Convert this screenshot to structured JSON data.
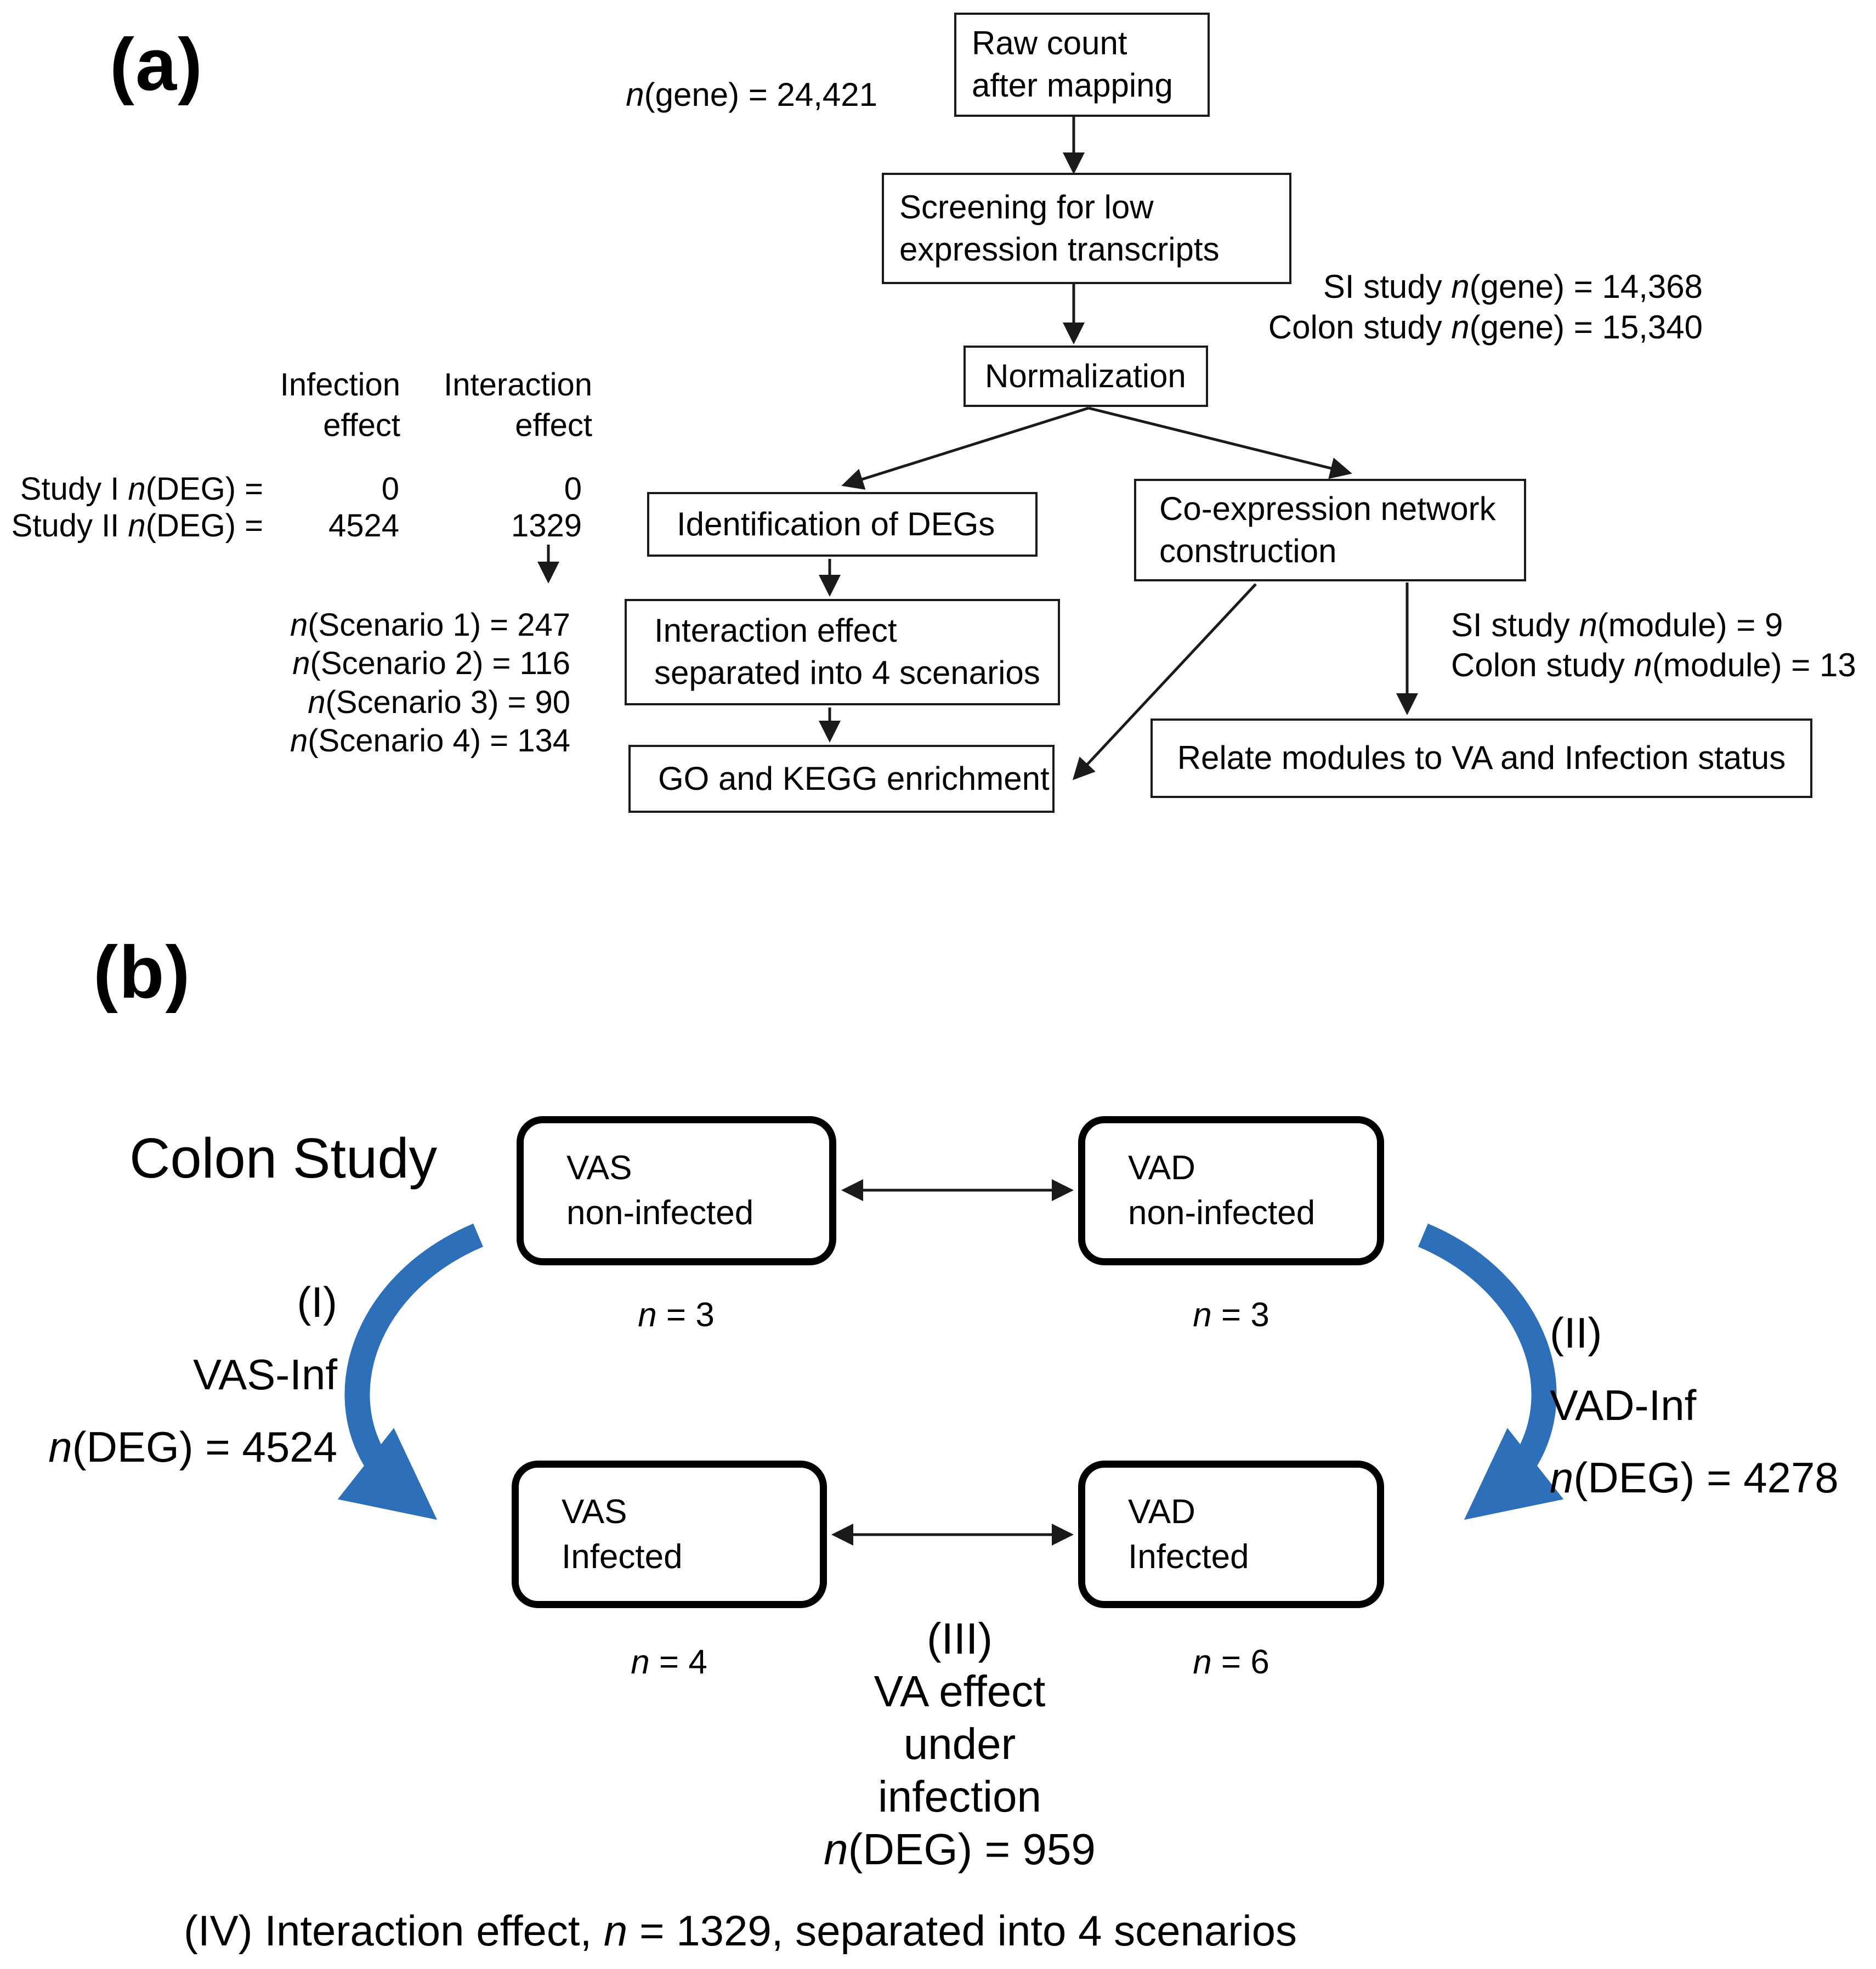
{
  "colors": {
    "arrow_blue": "#2E6FBA",
    "line_black": "#1a1a1a"
  },
  "panel_a": {
    "label": "(a)",
    "gene_total": {
      "n": "n",
      "post": "(gene) = 24,421"
    },
    "box_raw_line1": "Raw count",
    "box_raw_line2": "after mapping",
    "box_screening_line1": "Screening for low",
    "box_screening_line2": "expression transcripts",
    "gene_counts": [
      {
        "pre": "SI study ",
        "n": "n",
        "post": "(gene) = 14,368"
      },
      {
        "pre": "Colon study ",
        "n": "n",
        "post": "(gene) = 15,340"
      }
    ],
    "box_normalization": "Normalization",
    "box_identification": "Identification of DEGs",
    "box_interaction_line1": "Interaction effect",
    "box_interaction_line2": "separated into 4 scenarios",
    "box_go": "GO and KEGG enrichment",
    "box_coexpression_line1": "Co-expression network",
    "box_coexpression_line2": "construction",
    "box_relate": "Relate modules to VA and Infection status",
    "module_counts": [
      {
        "pre": "SI study ",
        "n": "n",
        "post": "(module) = 9"
      },
      {
        "pre": "Colon study ",
        "n": "n",
        "post": "(module) = 13"
      }
    ],
    "table": {
      "header_infection_line1": "Infection",
      "header_infection_line2": "effect",
      "header_interaction_line1": "Interaction",
      "header_interaction_line2": "effect",
      "row1_label": {
        "pre": "Study I ",
        "n": "n",
        "post": "(DEG) ="
      },
      "row1_infection": "0",
      "row1_interaction": "0",
      "row2_label": {
        "pre": "Study II ",
        "n": "n",
        "post": "(DEG) ="
      },
      "row2_infection": "4524",
      "row2_interaction": "1329"
    },
    "scenarios": [
      {
        "n": "n",
        "post": "(Scenario 1) = 247"
      },
      {
        "n": "n",
        "post": "(Scenario 2) = 116"
      },
      {
        "n": "n",
        "post": "(Scenario 3) = 90"
      },
      {
        "n": "n",
        "post": "(Scenario 4) = 134"
      }
    ]
  },
  "panel_b": {
    "label": "(b)",
    "title": "Colon Study",
    "box_vas_non_line1": "VAS",
    "box_vas_non_line2": "non-infected",
    "box_vad_non_line1": "VAD",
    "box_vad_non_line2": "non-infected",
    "box_vas_inf_line1": "VAS",
    "box_vas_inf_line2": "Infected",
    "box_vad_inf_line1": "VAD",
    "box_vad_inf_line2": "Infected",
    "n_vas_non": {
      "n": "n",
      "post": " = 3"
    },
    "n_vad_non": {
      "n": "n",
      "post": " = 3"
    },
    "n_vas_inf": {
      "n": "n",
      "post": " = 4"
    },
    "n_vad_inf": {
      "n": "n",
      "post": " = 6"
    },
    "comp1": {
      "id": "(I)",
      "name": "VAS-Inf",
      "deg": {
        "n": "n",
        "post": "(DEG) = 4524"
      }
    },
    "comp2": {
      "id": "(II)",
      "name": "VAD-Inf",
      "deg": {
        "n": "n",
        "post": "(DEG) = 4278"
      }
    },
    "comp3": {
      "id": "(III)",
      "line1": "VA effect",
      "line2": "under",
      "line3": "infection",
      "deg": {
        "n": "n",
        "post": "(DEG) = 959"
      }
    },
    "comp4": {
      "pre": "(IV) Interaction effect, ",
      "n": "n",
      "post": " = 1329, separated into 4 scenarios"
    }
  }
}
